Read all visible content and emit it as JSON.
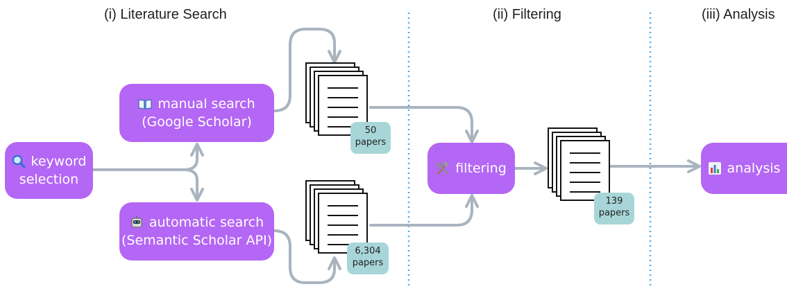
{
  "sections": [
    {
      "label": "(i) Literature Search"
    },
    {
      "label": "(ii) Filtering"
    },
    {
      "label": "(iii) Analysis"
    }
  ],
  "nodes": {
    "keyword": {
      "icon": "magnifier-icon",
      "line1": "keyword",
      "line2": "selection"
    },
    "manual": {
      "icon": "open-book-icon",
      "line1": "manual search",
      "line2": "(Google Scholar)"
    },
    "automatic": {
      "icon": "robot-icon",
      "line1": "automatic search",
      "line2": "(Semantic Scholar API)"
    },
    "filtering": {
      "icon": "hammer-wrench-icon",
      "label": "filtering"
    },
    "analysis": {
      "icon": "bar-chart-icon",
      "label": "analysis"
    }
  },
  "counts": {
    "manual": {
      "value": "50",
      "unit": "papers"
    },
    "automatic": {
      "value": "6,304",
      "unit": "papers"
    },
    "filtered": {
      "value": "139",
      "unit": "papers"
    }
  },
  "colors": {
    "node_fill": "#b466f4",
    "badge_fill": "#a8d6d8",
    "connector": "#a9b4bf",
    "divider": "#4ba8e8"
  }
}
